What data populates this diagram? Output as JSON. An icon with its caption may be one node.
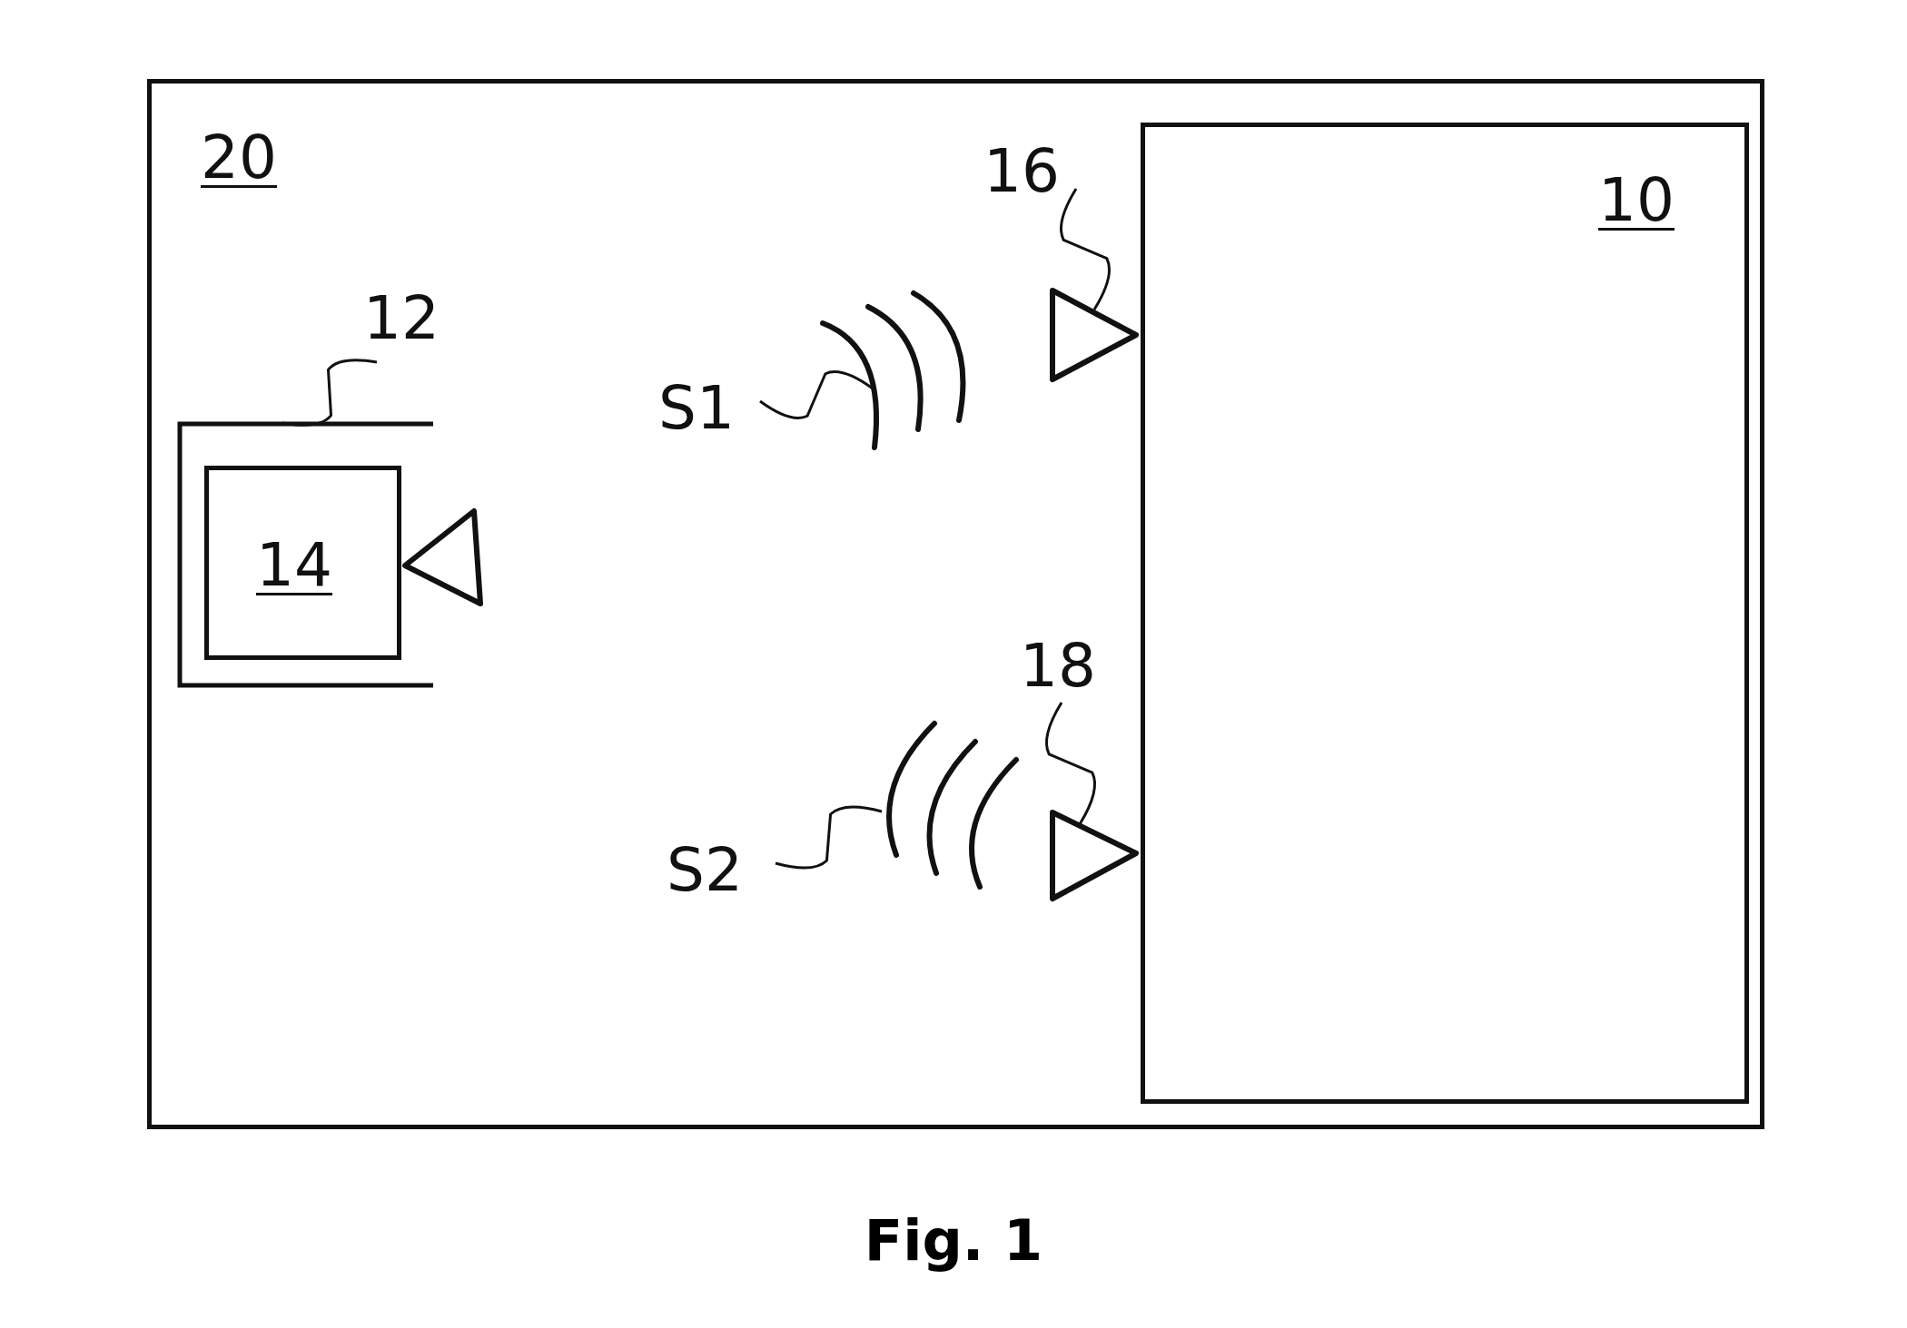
{
  "diagram": {
    "caption": "Fig. 1",
    "nodes": [
      {
        "text": [
          "20"
        ]
      },
      {
        "text": [
          "10"
        ],
        "in": 0
      },
      {
        "text": [
          "12"
        ],
        "in": 0
      },
      {
        "text": [],
        "shape": "box",
        "in": 0
      },
      {
        "text": [
          "14"
        ],
        "in": 3
      },
      {
        "text": [],
        "shape": "triangle",
        "in": 0
      },
      {
        "text": [
          "16"
        ],
        "in": 0
      },
      {
        "text": [],
        "shape": "triangle",
        "in": 0
      },
      {
        "text": [
          "18"
        ],
        "in": 0
      },
      {
        "text": [],
        "shape": "triangle",
        "in": 0
      },
      {
        "text": [
          "S1"
        ],
        "in": 0
      },
      {
        "text": [],
        "shape": "arc",
        "in": 0
      },
      {
        "text": [
          "S2"
        ],
        "in": 0
      },
      {
        "text": [],
        "shape": "arc",
        "in": 0
      }
    ],
    "edges": [
      {
        "from": 2,
        "to": 3,
        "arrow": "none"
      },
      {
        "from": 6,
        "to": 7,
        "arrow": "none"
      },
      {
        "from": 8,
        "to": 9,
        "arrow": "none"
      },
      {
        "from": 10,
        "to": 11,
        "arrow": "none"
      },
      {
        "from": 12,
        "to": 13,
        "arrow": "none"
      }
    ]
  }
}
